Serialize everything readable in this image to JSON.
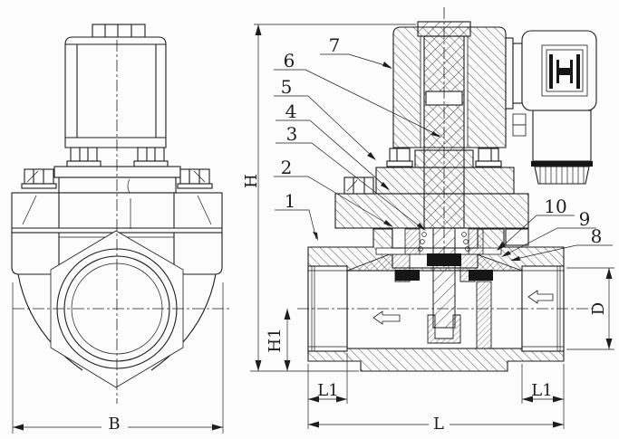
{
  "drawing": {
    "colors": {
      "background": "#fcfcfc",
      "line": "#1d1d1d"
    },
    "callouts": [
      "1",
      "2",
      "3",
      "4",
      "5",
      "6",
      "7",
      "8",
      "9",
      "10"
    ],
    "dimensions": {
      "H": "H",
      "H1": "H1",
      "B": "B",
      "L": "L",
      "L1_left": "L1",
      "L1_right": "L1",
      "D": "D"
    }
  }
}
